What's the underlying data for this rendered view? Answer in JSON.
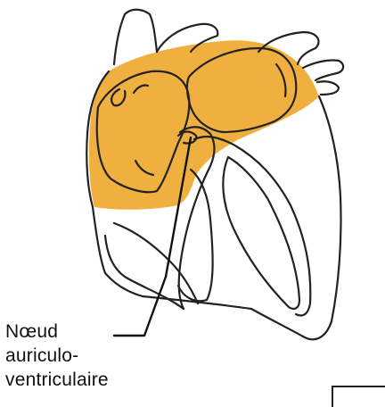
{
  "colors": {
    "atria_highlight": "#f0b040",
    "outline": "#222222",
    "label_text": "#111111"
  },
  "labels": {
    "av_node_line1": "Nœud",
    "av_node_line2": "auriculo-",
    "av_node_line3": "ventriculaire"
  }
}
